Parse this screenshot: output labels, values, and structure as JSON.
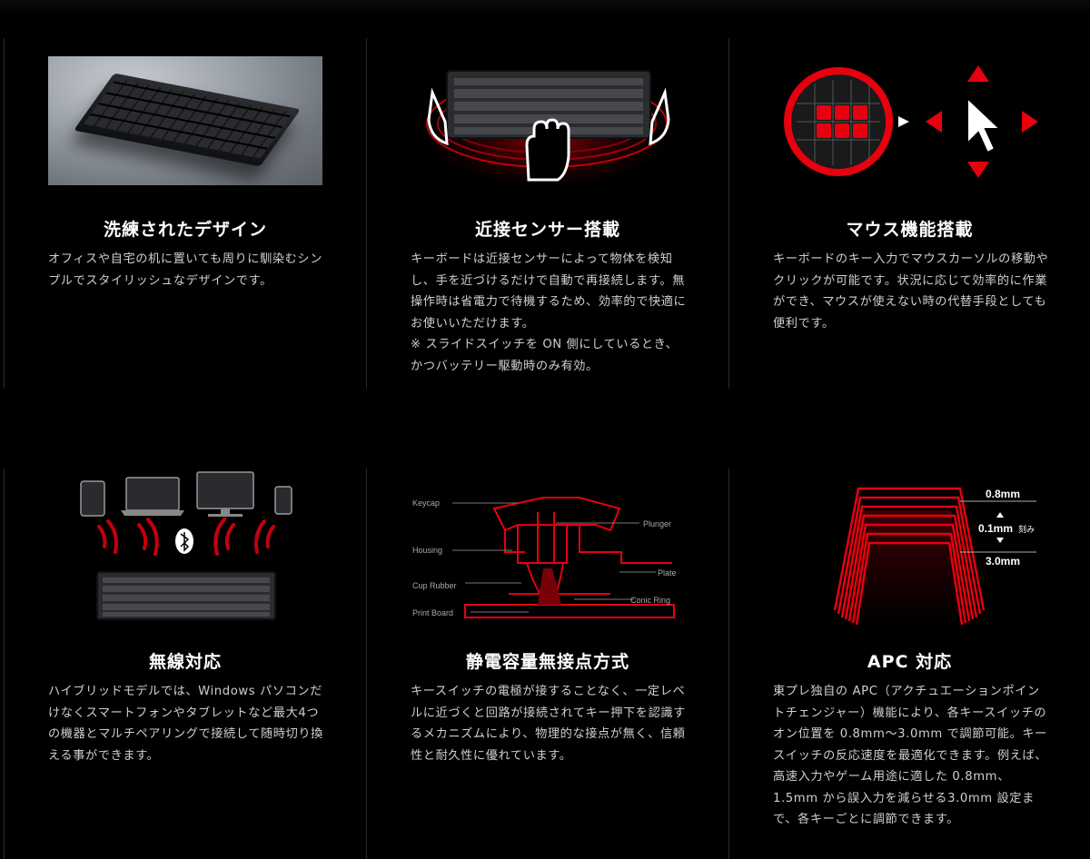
{
  "features": [
    {
      "title": "洗練されたデザイン",
      "desc": "オフィスや自宅の机に置いても周りに馴染むシンプルでスタイリッシュなデザインです。",
      "icon": "keyboard-photo"
    },
    {
      "title": "近接センサー搭載",
      "desc": "キーボードは近接センサーによって物体を検知し、手を近づけるだけで自動で再接続します。無操作時は省電力で待機するため、効率的で快適にお使いいただけます。\n※ スライドスイッチを ON 側にしているとき、かつバッテリー駆動時のみ有効。",
      "icon": "proximity-sensor-icon"
    },
    {
      "title": "マウス機能搭載",
      "desc": "キーボードのキー入力でマウスカーソルの移動やクリックが可能です。状況に応じて効率的に作業ができ、マウスが使えない時の代替手段としても便利です。",
      "icon": "mouse-function-icon"
    },
    {
      "title": "無線対応",
      "desc": "ハイブリッドモデルでは、Windows パソコンだけなくスマートフォンやタブレットなど最大4つの機器とマルチペアリングで接続して随時切り換える事ができます。",
      "icon": "wireless-icon"
    },
    {
      "title": "静電容量無接点方式",
      "desc": "キースイッチの電極が接することなく、一定レベルに近づくと回路が接続されてキー押下を認識するメカニズムにより、物理的な接点が無く、信頼性と耐久性に優れています。",
      "icon": "switch-diagram",
      "diagram_labels": {
        "keycap": "Keycap",
        "housing": "Housing",
        "cup_rubber": "Cup Rubber",
        "print_board": "Print Board",
        "plunger": "Plunger",
        "plate": "Plate",
        "conic_ring": "Conic Ring"
      }
    },
    {
      "title": "APC 対応",
      "desc": "東プレ独自の APC（アクチュエーションポイントチェンジャー）機能により、各キースイッチのオン位置を 0.8mm〜3.0mm で調節可能。キースイッチの反応速度を最適化できます。例えば、高速入力やゲーム用途に適した 0.8mm、1.5mm から誤入力を減らせる3.0mm 設定まで、各キーごとに調節できます。",
      "icon": "apc-diagram",
      "diagram_labels": {
        "top": "0.8mm",
        "step": "0.1mm",
        "step_suffix": "刻み",
        "bottom": "3.0mm"
      }
    }
  ],
  "colors": {
    "accent": "#e8000f",
    "background": "#000000",
    "text": "#ffffff",
    "desc_text": "#cfcfcf",
    "divider": "#2a2a2a"
  }
}
